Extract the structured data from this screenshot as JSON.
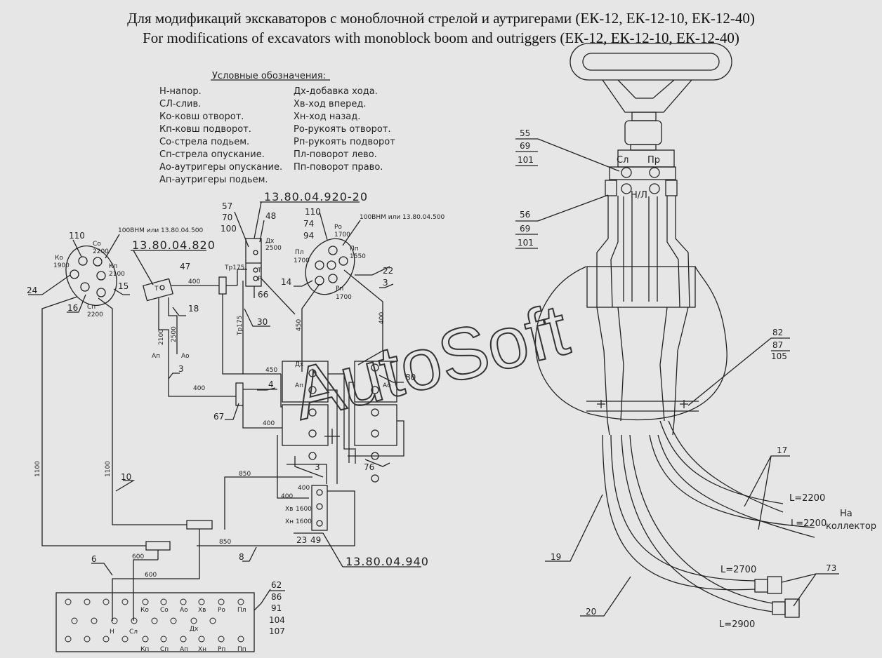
{
  "title": {
    "ru": "Для модификаций экскаваторов с моноблочной стрелой и аутригерами (ЕК-12, ЕК-12-10, ЕК-12-40)",
    "en": "For modifications of excavators with monoblock boom and outriggers (ЕК-12, ЕК-12-10, ЕК-12-40)"
  },
  "watermark": "AutoSoft",
  "legend": {
    "heading": "Условные обозначения:",
    "left": [
      "Н-напор.",
      "СЛ-слив.",
      "Ко-ковш отворот.",
      "Кп-ковш подворот.",
      "Со-стрела подьем.",
      "Сп-стрела опускание.",
      "Ао-аутригеры опускание.",
      "Ап-аутригеры подьем."
    ],
    "right": [
      "Дх-добавка хода.",
      "Хв-ход вперед.",
      "Хн-ход назад.",
      "Ро-рукоять отворот.",
      "Рп-рукоять подворот",
      "Пл-поворот лево.",
      "Пп-поворот право."
    ]
  },
  "assemblies": {
    "a920": "13.80.04.920-20",
    "a820": "13.80.04.820",
    "a940": "13.80.04.940",
    "v1": "100ВНМ или 13.80.04.500",
    "v2": "100ВНМ или 13.80.04.500"
  },
  "callouts": {
    "c110a": "110",
    "c24": "24",
    "c15": "15",
    "c16": "16",
    "c47": "47",
    "c18": "18",
    "c3a": "3",
    "c57": "57",
    "c70": "70",
    "c100": "100",
    "c48": "48",
    "c66": "66",
    "c30": "30",
    "c110b": "110",
    "c74": "74",
    "c94": "94",
    "c22": "22",
    "c3b": "3",
    "c14": "14",
    "c80": "80",
    "c4": "4",
    "c67": "67",
    "c76": "76",
    "c3c": "3",
    "c10": "10",
    "c8": "8",
    "c6": "6",
    "c23": "23",
    "c49": "49",
    "c62": "62",
    "c86": "86",
    "c91": "91",
    "c104": "104",
    "c107": "107",
    "c55": "55",
    "c69a": "69",
    "c101a": "101",
    "c56": "56",
    "c69b": "69",
    "c101b": "101",
    "c82": "82",
    "c87": "87",
    "c105": "105",
    "c17": "17",
    "c19": "19",
    "c20": "20",
    "c73": "73"
  },
  "labels": {
    "ko": "Ко",
    "ko_len": "1900",
    "so": "Со",
    "so_len": "2200",
    "kp": "Кп",
    "kp_len": "2100",
    "sp": "Сп",
    "sp_len": "2200",
    "t47": "Т",
    "l400a": "400",
    "ap": "Ап",
    "ap_len": "2100",
    "ao": "Ао",
    "ao_len": "2500",
    "tp175a": "Тр175",
    "tp175b": "Тр175",
    "dx48": "Дх",
    "dx48_len": "2500",
    "t48": "Т",
    "p48": "Р",
    "ro": "Ро",
    "ro_len": "1700",
    "pl": "Пл",
    "pl_len": "1700",
    "pp": "Пп",
    "pp_len": "1550",
    "rp": "Рп",
    "rp_len": "1700",
    "l450a": "450",
    "l400b": "400",
    "l450b": "450",
    "l400c": "400",
    "l400d": "400",
    "dx": "Дх",
    "ap2": "Ап",
    "ao2": "Ао",
    "l850a": "850",
    "l400e": "400",
    "l400f": "400",
    "xv": "Хв",
    "xv_len": "1600",
    "xn": "Хн",
    "xn_len": "1600",
    "l1100a": "1100",
    "l1100b": "1100",
    "l850b": "850",
    "l600a": "600",
    "l600b": "600",
    "n": "Н",
    "sl": "Сл",
    "r1": [
      "Ко",
      "Со",
      "Ао",
      "Хв",
      "Ро",
      "Пл"
    ],
    "dx_row": "Дх",
    "r3": [
      "Кп",
      "Сп",
      "Ап",
      "Хн",
      "Рп",
      "Пп"
    ],
    "sl_top": "Сл",
    "pr_top": "Пр",
    "nl": "Н/Л",
    "L2200a": "L=2200",
    "L2200b": "L=2200",
    "kollektor1": "На",
    "kollektor2": "коллектор",
    "L2700": "L=2700",
    "L2900": "L=2900"
  }
}
